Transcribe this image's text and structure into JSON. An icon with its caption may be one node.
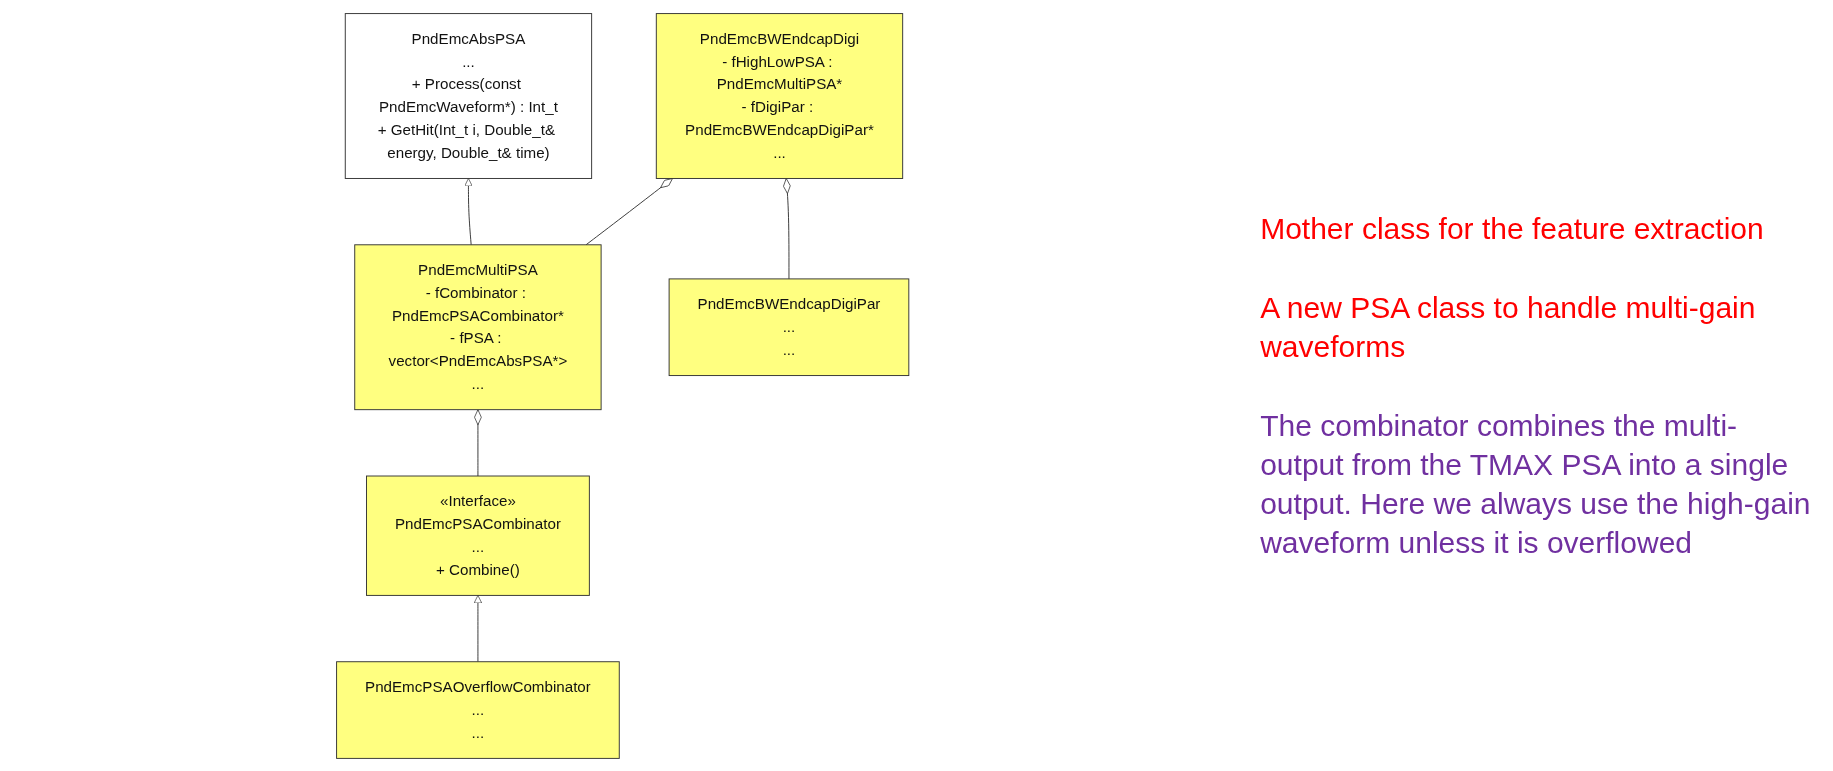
{
  "diagram": {
    "nodes": [
      {
        "text": [
          "«Interface»",
          "PndEmcPSACombinator",
          "...",
          "+ Combine()"
        ]
      },
      {
        "text": [
          "PndEmcAbsPSA",
          "...",
          "+ Process(const PndEmcWaveform*) : Int_t",
          "+ GetHit(Int_t i, Double_t& energy, Double_t& time)"
        ]
      },
      {
        "text": [
          "PndEmcPSAOverflowCombinator",
          "...",
          "..."
        ]
      },
      {
        "text": [
          "PndEmcBWEndcapDigi",
          "- fHighLowPSA : PndEmcMultiPSA*",
          "- fDigiPar : PndEmcBWEndcapDigiPar*",
          "..."
        ]
      },
      {
        "text": [
          "PndEmcMultiPSA",
          "- fCombinator : PndEmcPSACombinator*",
          "- fPSA : vector<PndEmcAbsPSA*>",
          "..."
        ]
      },
      {
        "text": [
          "PndEmcBWEndcapDigiPar",
          "...",
          "..."
        ]
      }
    ],
    "edges": [
      {
        "from": 2,
        "to": 0,
        "arrow": "to"
      },
      {
        "from": 4,
        "to": 1,
        "arrow": "to"
      },
      {
        "from": 4,
        "to": 3,
        "arrow": "other"
      },
      {
        "from": 5,
        "to": 3,
        "arrow": "other"
      },
      {
        "from": 0,
        "to": 4,
        "arrow": "other"
      }
    ],
    "labels": [
      "Mother class for the feature extraction",
      "A new PSA class to handle multi-gain waveforms",
      "The combinator combines the multi-output from the TMAX PSA into a single output. Here we always use the high-gain waveform unless it is overflowed"
    ]
  }
}
